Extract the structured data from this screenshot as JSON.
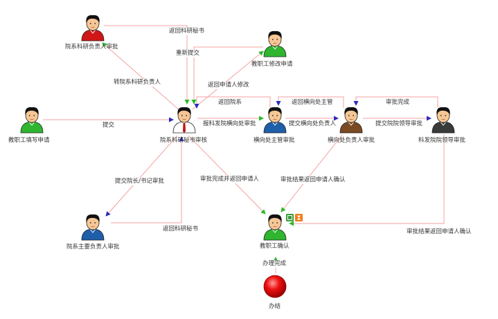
{
  "nodes": [
    {
      "id": "n_prof",
      "label": "教职工填写申请",
      "shirt": "#2fb52f"
    },
    {
      "id": "n_sec",
      "label": "院系科研秘书审核",
      "shirt": "#ffffff"
    },
    {
      "id": "n_dean",
      "label": "院系科研负责人审批",
      "shirt": "#d01616"
    },
    {
      "id": "n_modify",
      "label": "教职工修改申请",
      "shirt": "#2fb52f"
    },
    {
      "id": "n_head",
      "label": "院系主要负责人审批",
      "shirt": "#1f5ea8"
    },
    {
      "id": "n_hx_mgr",
      "label": "横向处主管审批",
      "shirt": "#1f5ea8"
    },
    {
      "id": "n_hx_lead",
      "label": "横向处负责人审批",
      "shirt": "#7a4a22"
    },
    {
      "id": "n_inst",
      "label": "科发院院领导审批",
      "shirt": "#3a3a3a"
    },
    {
      "id": "n_confirm",
      "label": "教职工确认",
      "shirt": "#2fb52f"
    },
    {
      "id": "n_end",
      "label": "办结"
    }
  ],
  "edges": {
    "submit": "提交",
    "return_sec_top": "返回科研秘书",
    "resubmit": "重新提交",
    "to_dean": "转院系科研负责人",
    "return_applicant": "返回申请人修改",
    "return_dept": "返回院系",
    "return_hx_mgr": "返回横向处主管",
    "approve_done": "审批完成",
    "to_hx": "报科发院横向处审批",
    "to_hx_lead": "提交横向处负责人",
    "to_inst": "提交院院领导审批",
    "to_head": "提交院长/书记审批",
    "done_return": "审批完成并返回申请人",
    "result_return_1": "审批结果返回申请人确认",
    "return_sec_bottom": "返回科研秘书",
    "result_return_2": "审批结果返回申请人确认",
    "finish": "办理完成"
  }
}
